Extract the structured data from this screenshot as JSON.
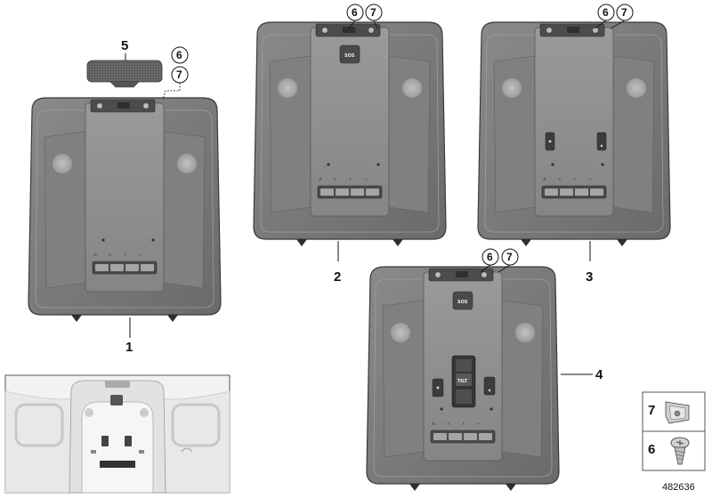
{
  "callouts": {
    "one": "1",
    "two": "2",
    "three": "3",
    "four": "4",
    "five": "5",
    "six": "6",
    "seven": "7"
  },
  "button_labels": [
    "⁂",
    "☼",
    "↑",
    "⊸"
  ],
  "tilt_label": "TILT",
  "sos_label": "SOS",
  "legend": {
    "top_num": "7",
    "bottom_num": "6"
  },
  "diagram_ref": "482636",
  "colors": {
    "housing": "#7a7a7a",
    "panel": "#8f8f8f",
    "outline": "#3a3a3a"
  }
}
